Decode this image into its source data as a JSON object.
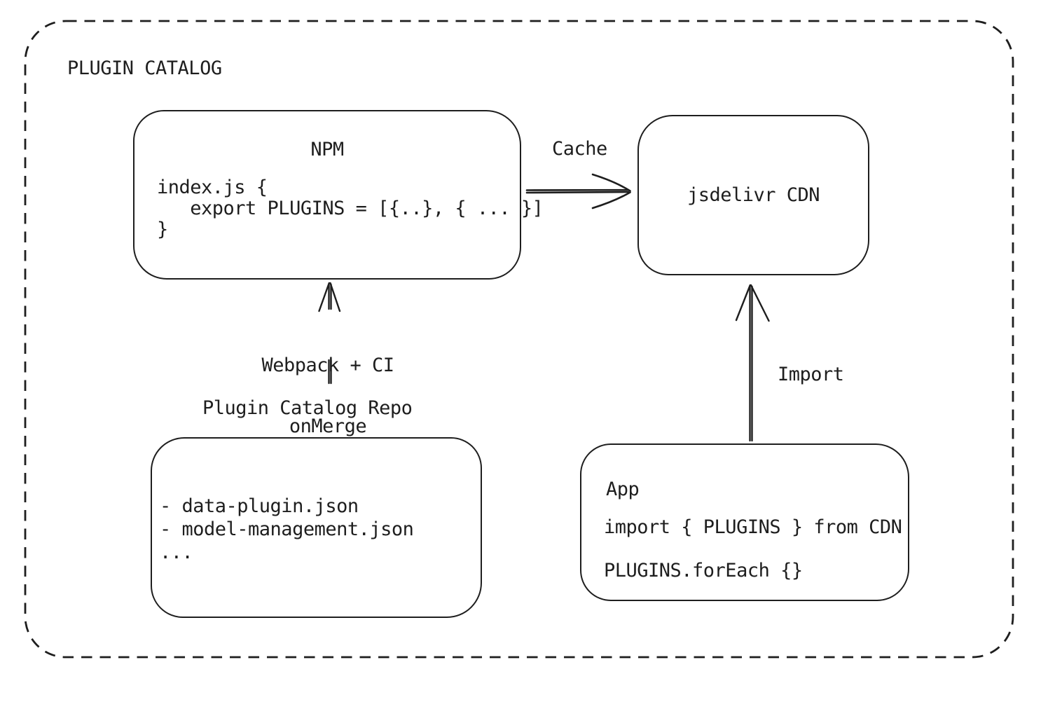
{
  "diagram": {
    "title": "PLUGIN CATALOG",
    "nodes": {
      "npm": {
        "title": "NPM",
        "code": [
          "index.js {",
          "   export PLUGINS = [{..}, { ... }]",
          "}"
        ]
      },
      "cdn": {
        "title": "jsdelivr CDN"
      },
      "repo": {
        "label": "Plugin Catalog Repo",
        "items": [
          "- data-plugin.json",
          "- model-management.json",
          "..."
        ]
      },
      "app": {
        "title": "App",
        "code": [
          "import { PLUGINS } from CDN",
          "PLUGINS.forEach {}"
        ]
      }
    },
    "edges": {
      "cache": {
        "label": "Cache",
        "from": "NPM",
        "to": "jsdelivr CDN"
      },
      "webpack_ci": {
        "label_line1": "Webpack + CI",
        "label_line2": "onMerge",
        "from": "Plugin Catalog Repo",
        "to": "NPM"
      },
      "import": {
        "label": "Import",
        "from": "App",
        "to": "jsdelivr CDN"
      }
    },
    "colors": {
      "stroke": "#1e1e1e",
      "background": "#ffffff"
    }
  }
}
